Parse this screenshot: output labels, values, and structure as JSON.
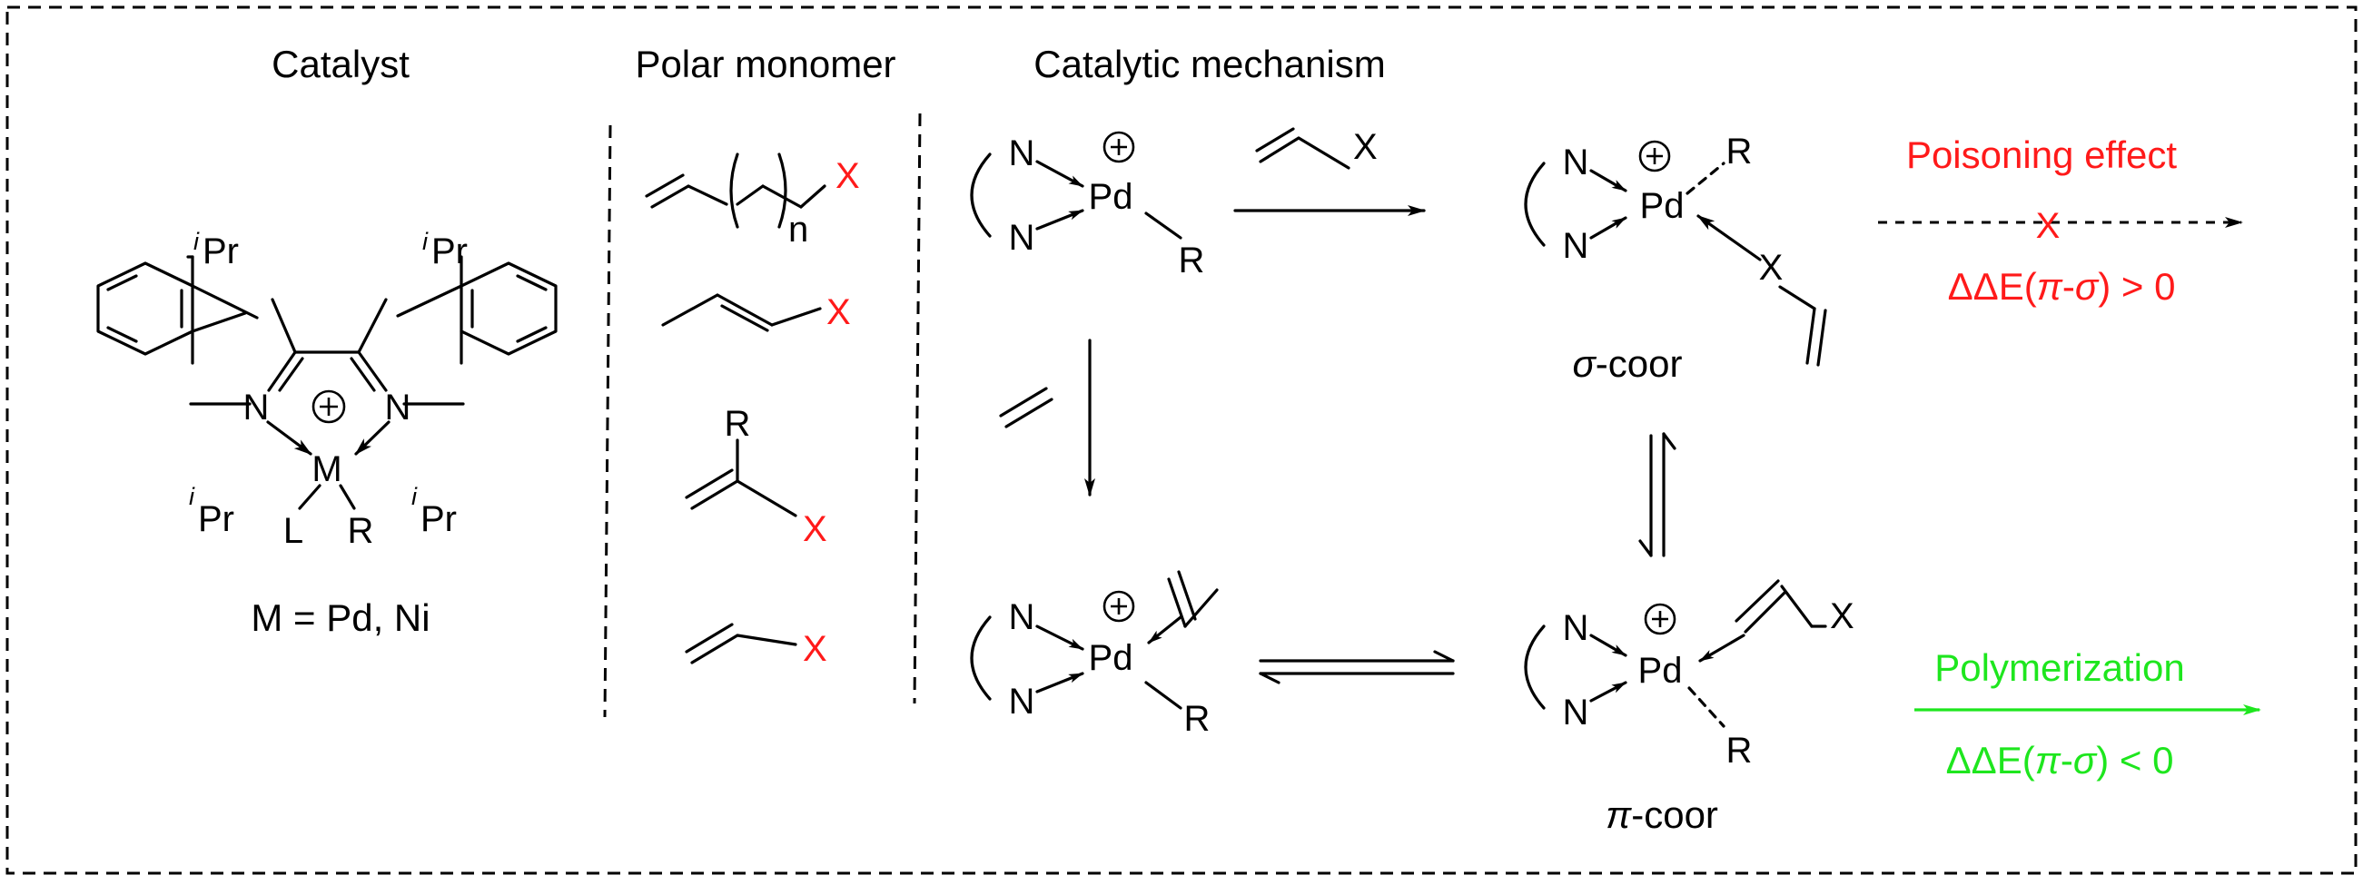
{
  "sections": {
    "catalyst_title": "Catalyst",
    "monomer_title": "Polar monomer",
    "mechanism_title": "Catalytic mechanism"
  },
  "catalyst": {
    "metal_formula": "M = Pd, Ni",
    "ipr_sup": "i",
    "ipr_label": "Pr",
    "n_label": "N",
    "metal_label": "M",
    "ligand_l": "L",
    "ligand_r": "R",
    "charge_symbol": "+"
  },
  "monomers": {
    "x_label": "X",
    "n_subscript": "n",
    "r_label": "R",
    "colors": {
      "x": "#ff1a1a"
    }
  },
  "mechanism": {
    "pd_label": "Pd",
    "n_label": "N",
    "r_label": "R",
    "x_label": "X",
    "sigma_label": "σ-coor",
    "pi_label": "π-coor",
    "poison_label": "Poisoning effect",
    "poison_energy": "ΔΔE(π-σ) > 0",
    "poly_label": "Polymerization",
    "poly_energy": "ΔΔE(π-σ) < 0",
    "blocked_mark": "X",
    "colors": {
      "poison": "#ff1a1a",
      "polymerization": "#1ee61e"
    }
  }
}
